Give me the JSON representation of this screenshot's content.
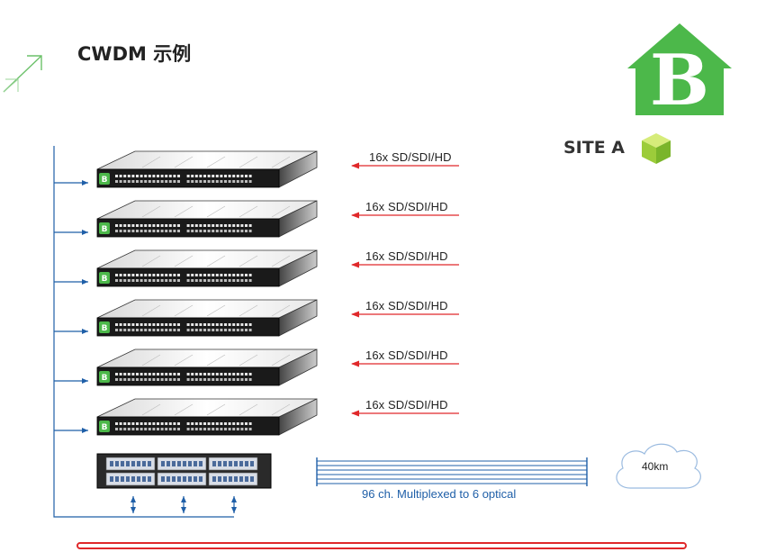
{
  "title": "CWDM 示例",
  "site_label": "SITE A",
  "logo": {
    "letter": "B",
    "color": "#4cb84a"
  },
  "signal_labels": [
    "16x  SD/SDI/HD",
    "16x  SD/SDI/HD",
    "16x  SD/SDI/HD",
    "16x  SD/SDI/HD",
    "16x  SD/SDI/HD",
    "16x  SD/SDI/HD"
  ],
  "mux_label": "96 ch. Multiplexed to 6 optical",
  "cloud_label": "40km",
  "colors": {
    "accent_green": "#4cb84a",
    "bus_blue": "#1f5fa8",
    "input_red": "#e0282a",
    "bar_red": "#e0282a"
  }
}
